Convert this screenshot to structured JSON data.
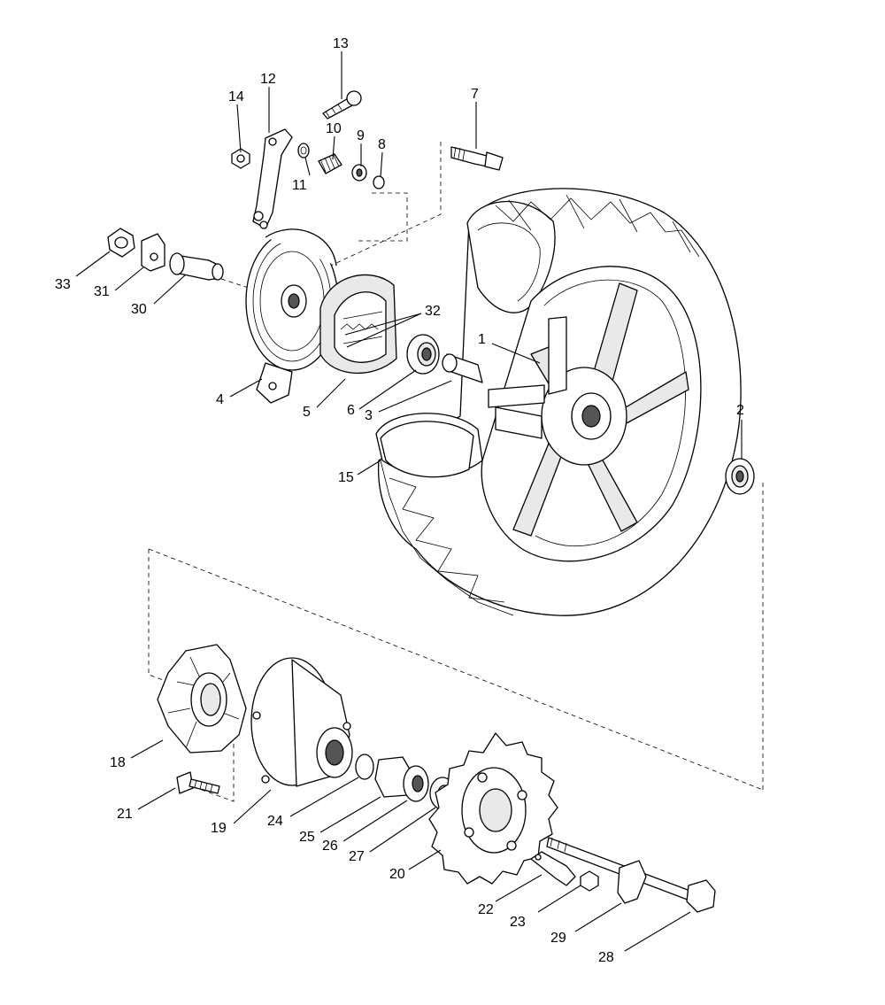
{
  "callouts": [
    {
      "id": "1",
      "text": "1"
    },
    {
      "id": "2",
      "text": "2"
    },
    {
      "id": "3",
      "text": "3"
    },
    {
      "id": "4",
      "text": "4"
    },
    {
      "id": "5",
      "text": "5"
    },
    {
      "id": "6",
      "text": "6"
    },
    {
      "id": "7",
      "text": "7"
    },
    {
      "id": "8",
      "text": "8"
    },
    {
      "id": "9",
      "text": "9"
    },
    {
      "id": "10",
      "text": "10"
    },
    {
      "id": "11",
      "text": "11"
    },
    {
      "id": "12",
      "text": "12"
    },
    {
      "id": "13",
      "text": "13"
    },
    {
      "id": "14",
      "text": "14"
    },
    {
      "id": "15",
      "text": "15"
    },
    {
      "id": "18",
      "text": "18"
    },
    {
      "id": "19",
      "text": "19"
    },
    {
      "id": "20",
      "text": "20"
    },
    {
      "id": "21",
      "text": "21"
    },
    {
      "id": "22",
      "text": "22"
    },
    {
      "id": "23",
      "text": "23"
    },
    {
      "id": "24",
      "text": "24"
    },
    {
      "id": "25",
      "text": "25"
    },
    {
      "id": "26",
      "text": "26"
    },
    {
      "id": "27",
      "text": "27"
    },
    {
      "id": "28",
      "text": "28"
    },
    {
      "id": "29",
      "text": "29"
    },
    {
      "id": "30",
      "text": "30"
    },
    {
      "id": "31",
      "text": "31"
    },
    {
      "id": "32",
      "text": "32"
    },
    {
      "id": "33",
      "text": "33"
    }
  ]
}
